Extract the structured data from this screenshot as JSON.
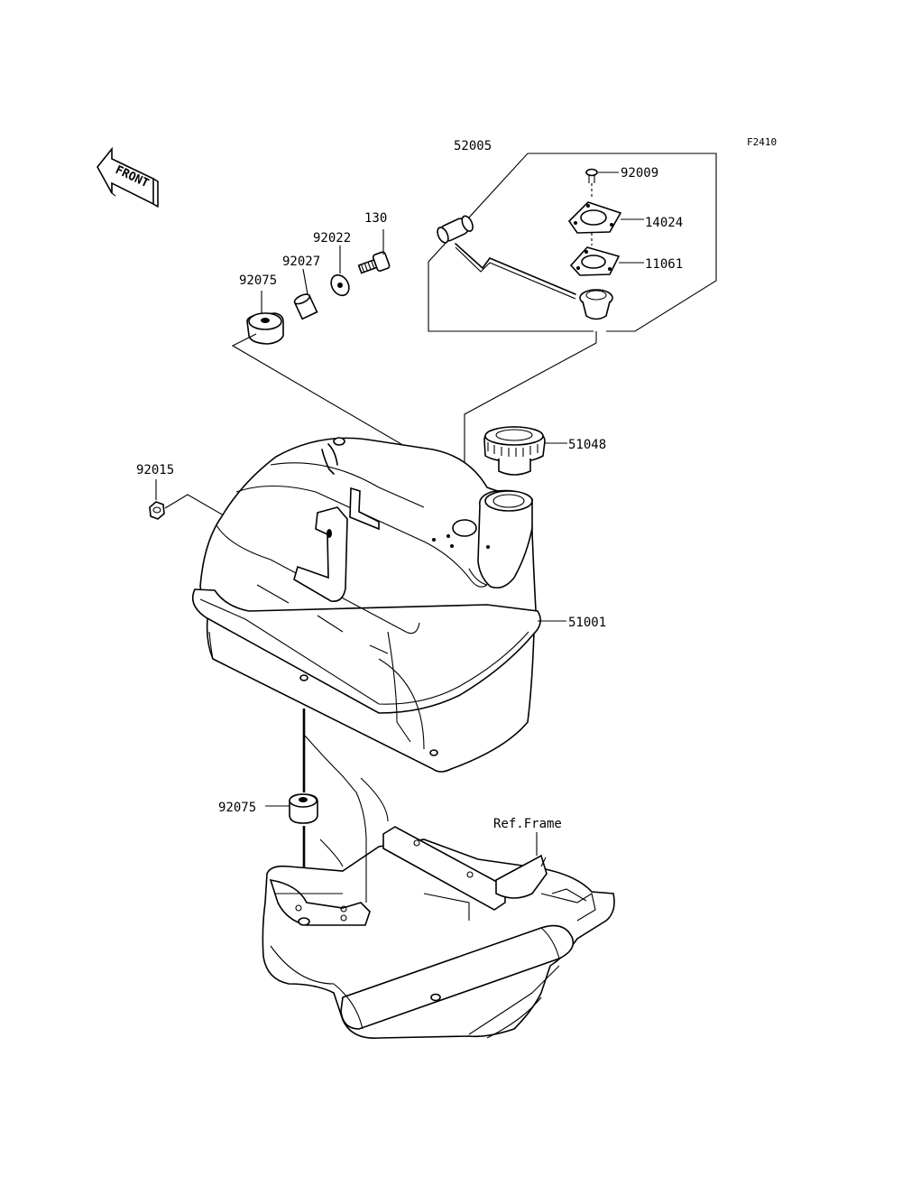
{
  "figure_code": "F2410",
  "front_label": "FRONT",
  "parts": {
    "p52005": "52005",
    "p92009": "92009",
    "p14024": "14024",
    "p11061": "11061",
    "p130": "130",
    "p92022": "92022",
    "p92027": "92027",
    "p92075_top": "92075",
    "p51048": "51048",
    "p92015": "92015",
    "p51001": "51001",
    "p92075_bottom": "92075",
    "ref_frame": "Ref.Frame"
  }
}
